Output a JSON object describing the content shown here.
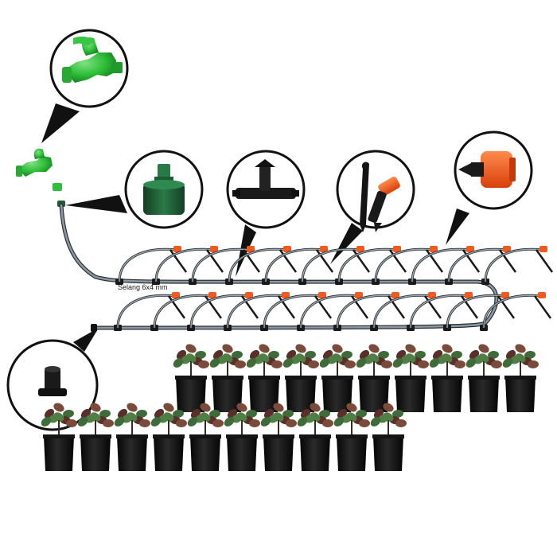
{
  "hose_label": "Selang 6x4 mm",
  "colors": {
    "background": "#ffffff",
    "tap_green": "#2fbf3a",
    "tap_green_dark": "#1b8f27",
    "adapter_green": "#1e5c34",
    "dripper_orange": "#f25a1d",
    "connector_black": "#1a1a1a",
    "hose_gray": "#6f7d86",
    "hose_outline": "#2b2f33",
    "callout_border": "#111111",
    "leaf_dark": "#5a2f2a",
    "leaf_green": "#3f6b3a",
    "pot_black": "#141414"
  },
  "icons": [
    "water-tap-icon",
    "hose-adapter-icon",
    "tee-connector-icon",
    "stake-dripper-icon",
    "adjustable-dripper-icon",
    "end-plug-icon"
  ],
  "layout_counts": {
    "drippers_row_upper": 11,
    "drippers_row_lower": 11,
    "plants_back_row": 10,
    "plants_front_row": 10
  }
}
